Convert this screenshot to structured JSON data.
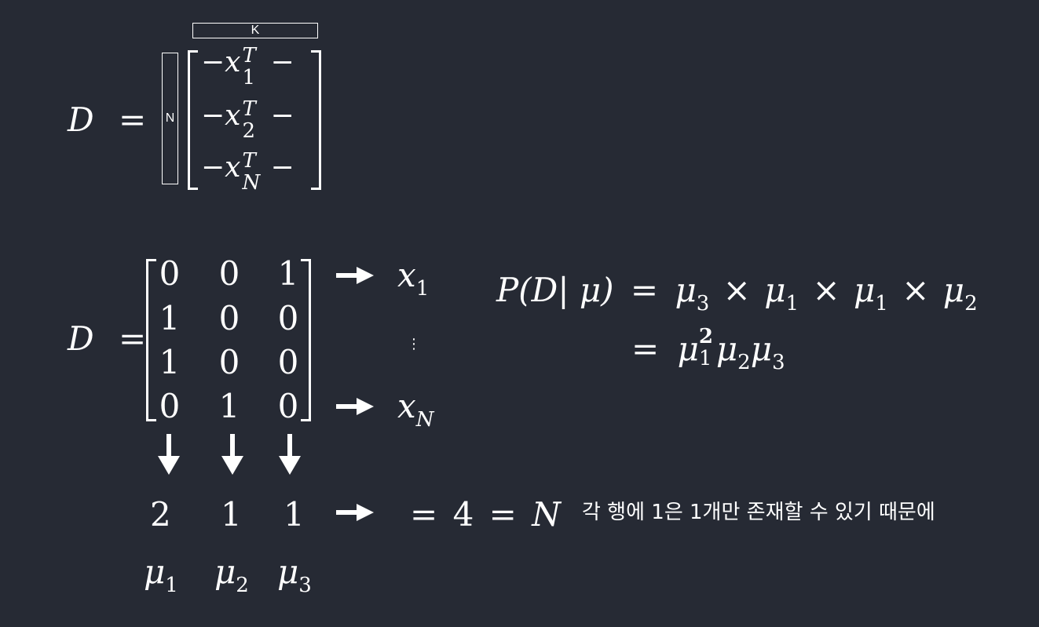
{
  "top": {
    "lhs": "D",
    "eq": "=",
    "k_label": "K",
    "n_label": "N",
    "rows": [
      {
        "dash": "−",
        "x": "x",
        "sup": "T",
        "sub": "1",
        "tail": "−"
      },
      {
        "dash": "−",
        "x": "x",
        "sup": "T",
        "sub": "2",
        "tail": "−"
      },
      {
        "dash": "−",
        "x": "x",
        "sup": "T",
        "sub": "N",
        "tail": "−"
      }
    ]
  },
  "matrix": {
    "lhs": "D",
    "eq": "=",
    "cells": [
      [
        "0",
        "0",
        "1"
      ],
      [
        "1",
        "0",
        "0"
      ],
      [
        "1",
        "0",
        "0"
      ],
      [
        "0",
        "1",
        "0"
      ]
    ],
    "row_labels": [
      {
        "x": "x",
        "sub": "1"
      },
      {
        "x": "x",
        "sub": "N"
      }
    ],
    "ellipsis": "⋮"
  },
  "likelihood": {
    "line1": {
      "lhs": "P(D| μ)",
      "eq": "=",
      "terms": [
        {
          "mu": "μ",
          "sub": "3"
        },
        {
          "mu": "μ",
          "sub": "1"
        },
        {
          "mu": "μ",
          "sub": "1"
        },
        {
          "mu": "μ",
          "sub": "2"
        }
      ],
      "times": "×"
    },
    "line2": {
      "eq": "=",
      "mu1": "μ",
      "mu1_sup": "2",
      "mu1_sub": "1",
      "mu2": "μ",
      "mu2_sub": "2",
      "mu3": "μ",
      "mu3_sub": "3"
    }
  },
  "counts": {
    "values": [
      "2",
      "1",
      "1"
    ],
    "mus": [
      {
        "mu": "μ",
        "sub": "1"
      },
      {
        "mu": "μ",
        "sub": "2"
      },
      {
        "mu": "μ",
        "sub": "3"
      }
    ],
    "sum_eq1": "=",
    "sum_value": "4",
    "sum_eq2": "=",
    "sum_N": "N",
    "note": "각 행에 1은 1개만 존재할 수 있기 때문에"
  }
}
